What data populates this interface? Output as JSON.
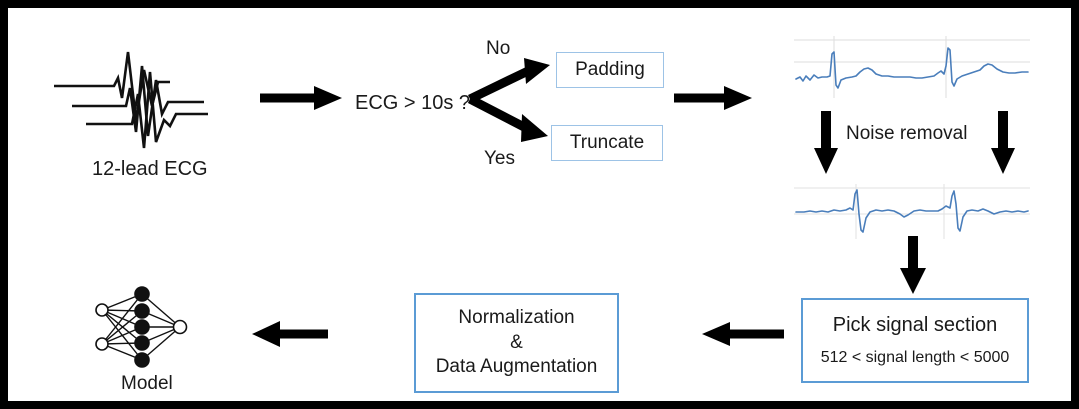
{
  "diagram": {
    "title": "ECG preprocessing and model pipeline",
    "colors": {
      "frame": "#000000",
      "box_border_thin": "#9dc3e6",
      "box_border_thick": "#5b9bd5",
      "arrow": "#000000",
      "waveform": "#4a7ebb",
      "gridline": "#d9d9d9",
      "text": "#1a1a1a",
      "background": "#ffffff"
    },
    "nodes": {
      "input_label": "12-lead ECG",
      "decision": "ECG  > 10s ?",
      "branch_no": "No",
      "branch_yes": "Yes",
      "padding": "Padding",
      "truncate": "Truncate",
      "noise_removal": "Noise removal",
      "pick_title": "Pick signal section",
      "pick_condition": "512 < signal length < 5000",
      "normalization_line1": "Normalization",
      "normalization_line2": "&",
      "normalization_line3": "Data Augmentation",
      "model_label": "Model"
    },
    "icons": {
      "input": "ecg-12lead-icon",
      "model": "neural-network-icon",
      "plot_noisy": "ecg-signal-noisy-plot",
      "plot_clean": "ecg-signal-denoised-plot"
    },
    "arrows": [
      {
        "name": "arrow-input-to-decision",
        "direction": "right"
      },
      {
        "name": "arrow-decision-to-padding",
        "direction": "up-right"
      },
      {
        "name": "arrow-decision-to-truncate",
        "direction": "down-right"
      },
      {
        "name": "arrow-boxes-to-signal",
        "direction": "right"
      },
      {
        "name": "arrow-noise-removal-left",
        "direction": "down"
      },
      {
        "name": "arrow-noise-removal-right",
        "direction": "down"
      },
      {
        "name": "arrow-signal-to-pick",
        "direction": "down"
      },
      {
        "name": "arrow-pick-to-normalization",
        "direction": "left"
      },
      {
        "name": "arrow-normalization-to-model",
        "direction": "left"
      }
    ]
  }
}
